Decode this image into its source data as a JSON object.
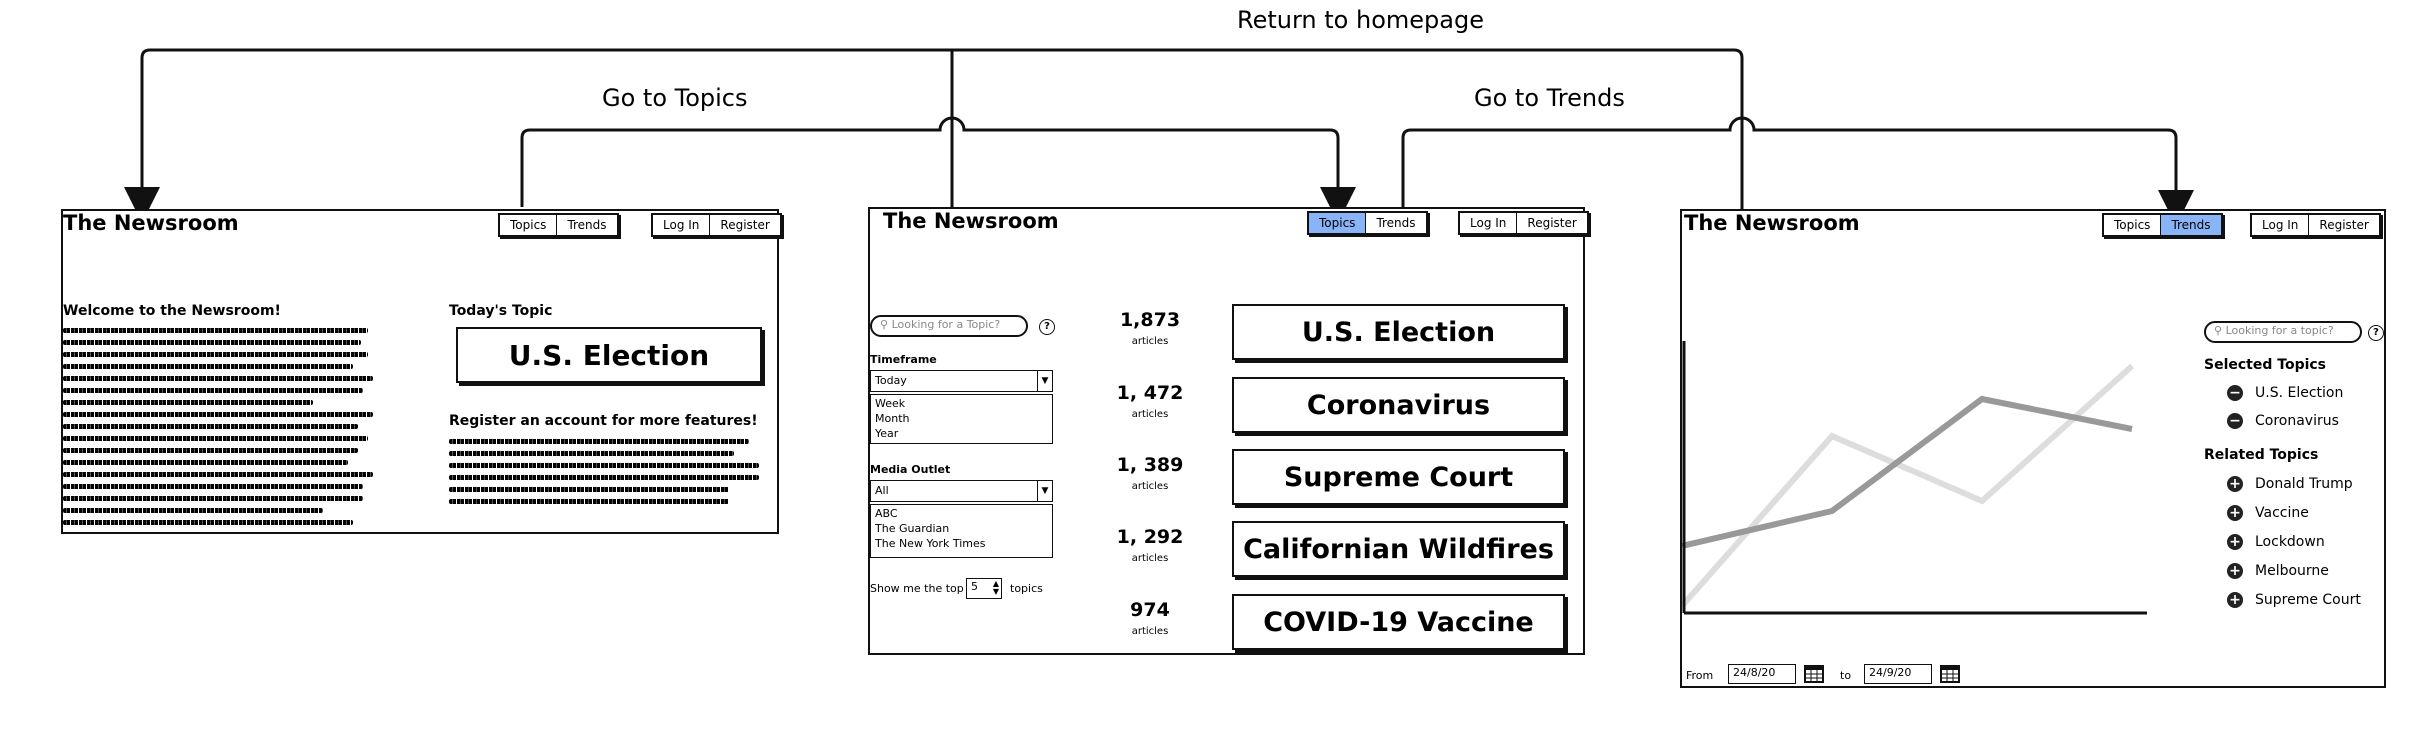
{
  "flow_labels": {
    "return_home": "Return to homepage",
    "go_topics": "Go to Topics",
    "go_trends": "Go to Trends"
  },
  "home": {
    "brand": "The Newsroom",
    "nav": [
      "Topics",
      "Trends"
    ],
    "auth": [
      "Log In",
      "Register"
    ],
    "welcome_heading": "Welcome to the Newsroom!",
    "todays_topic_label": "Today's Topic",
    "todays_topic": "U.S. Election",
    "register_heading": "Register an account for more features!"
  },
  "topics_page": {
    "brand": "The Newsroom",
    "nav": [
      "Topics",
      "Trends"
    ],
    "active_nav": "Topics",
    "auth": [
      "Log In",
      "Register"
    ],
    "search_placeholder": "Looking for a Topic?",
    "help": "?",
    "timeframe_label": "Timeframe",
    "timeframe_value": "Today",
    "timeframe_options": [
      "Week",
      "Month",
      "Year"
    ],
    "outlet_label": "Media Outlet",
    "outlet_value": "All",
    "outlet_options": [
      "ABC",
      "The Guardian",
      "The New York Times"
    ],
    "show_top_prefix": "Show me the top",
    "show_top_value": "5",
    "show_top_suffix": "topics",
    "articles_word": "articles",
    "topics": [
      {
        "count": "1,873",
        "name": "U.S. Election"
      },
      {
        "count": "1, 472",
        "name": "Coronavirus"
      },
      {
        "count": "1, 389",
        "name": "Supreme Court"
      },
      {
        "count": "1, 292",
        "name": "Californian Wildfires"
      },
      {
        "count": "974",
        "name": "COVID-19 Vaccine"
      }
    ]
  },
  "trends_page": {
    "brand": "The Newsroom",
    "nav": [
      "Topics",
      "Trends"
    ],
    "active_nav": "Trends",
    "auth": [
      "Log In",
      "Register"
    ],
    "search_placeholder": "Looking for a topic?",
    "help": "?",
    "selected_heading": "Selected Topics",
    "selected": [
      "U.S. Election",
      "Coronavirus"
    ],
    "related_heading": "Related Topics",
    "related": [
      "Donald Trump",
      "Vaccine",
      "Lockdown",
      "Melbourne",
      "Supreme Court"
    ],
    "from_label": "From",
    "from_date": "24/8/20",
    "to_label": "to",
    "to_date": "24/9/20",
    "remove_symbol": "−",
    "add_symbol": "+"
  }
}
